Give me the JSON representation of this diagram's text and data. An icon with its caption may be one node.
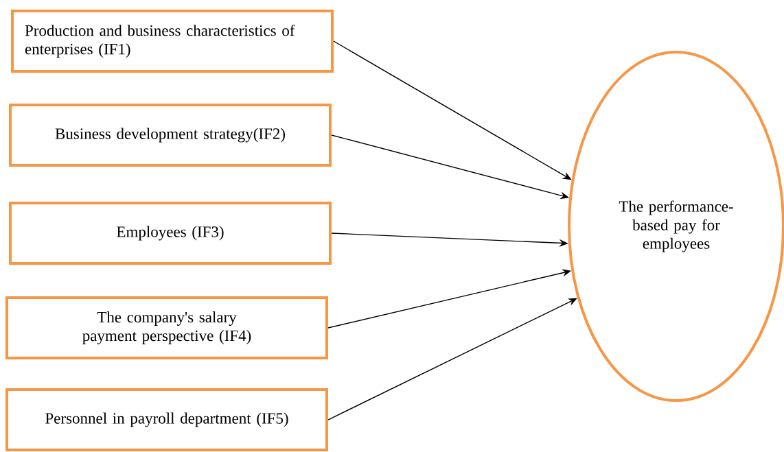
{
  "diagram": {
    "nodes": [
      {
        "text": [
          "Production and business characteristics of enterprises (IF1)"
        ]
      },
      {
        "text": [
          "Business development strategy(IF2)"
        ]
      },
      {
        "text": [
          "Employees (IF3)"
        ]
      },
      {
        "text": [
          "The company's salary payment perspective (IF4)"
        ]
      },
      {
        "text": [
          "Personnel in payroll department (IF5)"
        ]
      },
      {
        "text": [
          "The performance-based pay for employees"
        ]
      }
    ],
    "edges": [
      {
        "from": 0,
        "to": 5,
        "arrow": "to"
      },
      {
        "from": 1,
        "to": 5,
        "arrow": "to"
      },
      {
        "from": 2,
        "to": 5,
        "arrow": "to"
      },
      {
        "from": 3,
        "to": 5,
        "arrow": "to"
      },
      {
        "from": 4,
        "to": 5,
        "arrow": "to"
      }
    ]
  }
}
